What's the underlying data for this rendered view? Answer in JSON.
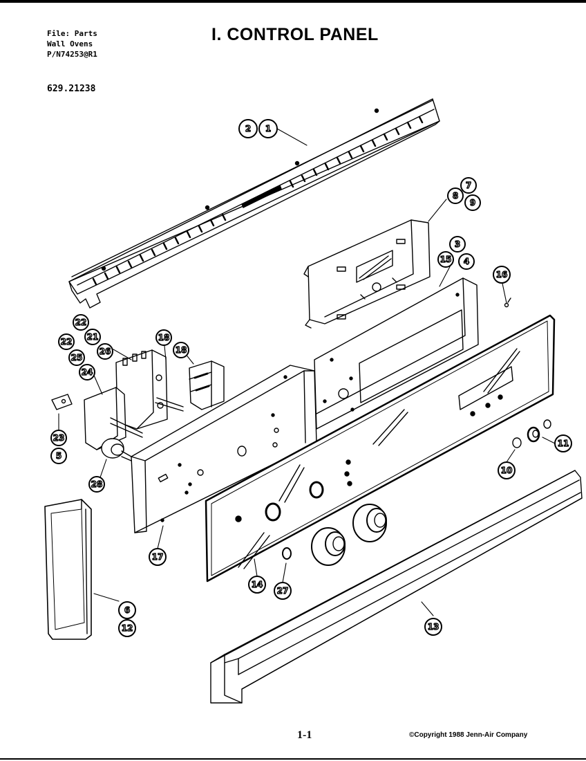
{
  "header": {
    "file_line": "File: Parts",
    "product_line": "Wall Ovens",
    "part_number_line": "P/N74253@R1",
    "model": "629.21238"
  },
  "title": "I. CONTROL PANEL",
  "footer": {
    "page": "1-1",
    "copyright": "©Copyright 1988 Jenn-Air Company"
  },
  "callouts": [
    "2",
    "1",
    "7",
    "8",
    "9",
    "3",
    "15",
    "4",
    "16",
    "22",
    "21",
    "22",
    "25",
    "26",
    "18",
    "18",
    "24",
    "23",
    "5",
    "28",
    "17",
    "14",
    "27",
    "10",
    "11",
    "13",
    "6",
    "12"
  ]
}
